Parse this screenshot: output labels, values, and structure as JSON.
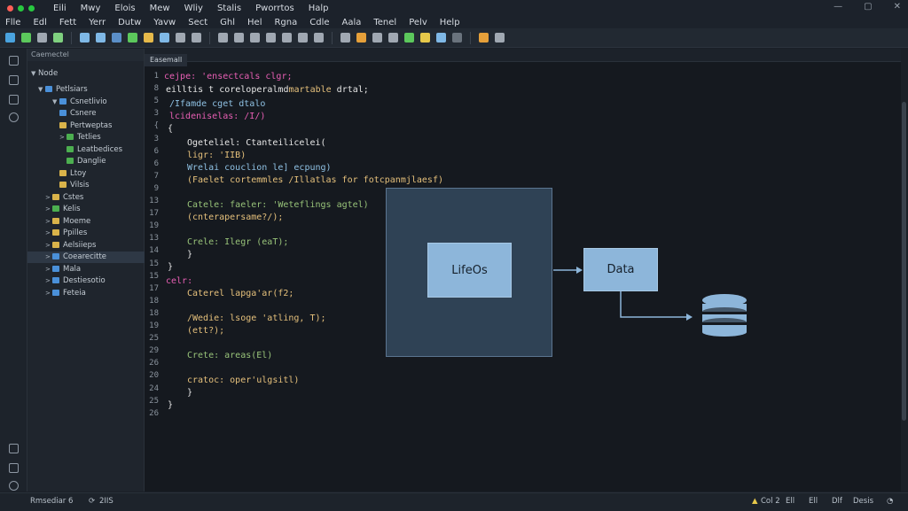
{
  "title_menu": [
    "Eili",
    "Mwy",
    "Elois",
    "Mew",
    "Wliy",
    "Stalis",
    "Pworrtos",
    "Halp"
  ],
  "menubar": [
    "Flle",
    "Edl",
    "Fett",
    "Yerr",
    "Dutw",
    "Yavw",
    "Sect",
    "Ghl",
    "Hel",
    "Rgna",
    "Cdle",
    "Aala",
    "Tenel",
    "Pelv",
    "Help"
  ],
  "sidebar": {
    "header": "Caemectel",
    "root": "Node",
    "items": [
      {
        "label": "Petlsiars",
        "color": "#4a90d9"
      },
      {
        "label": "Csnetlivio",
        "color": "#4a90d9"
      },
      {
        "label": "Csnere",
        "color": "#4a90d9"
      },
      {
        "label": "Pertweptas",
        "color": "#d9b34a"
      },
      {
        "label": "Tetlies",
        "color": "#4caf50"
      },
      {
        "label": "Leatbedices",
        "color": "#4caf50"
      },
      {
        "label": "Danglie",
        "color": "#4caf50"
      },
      {
        "label": "Ltoy",
        "color": "#d9b34a"
      },
      {
        "label": "Vilsis",
        "color": "#d9b34a"
      },
      {
        "label": "Cstes",
        "color": "#d9b34a"
      },
      {
        "label": "Kelis",
        "color": "#4caf50"
      },
      {
        "label": "Moeme",
        "color": "#d9b34a"
      },
      {
        "label": "Ppilles",
        "color": "#d9b34a"
      },
      {
        "label": "Aelsiieps",
        "color": "#d9b34a"
      },
      {
        "label": "Coearecitte",
        "color": "#4a90d9"
      },
      {
        "label": "Mala",
        "color": "#4a90d9"
      },
      {
        "label": "Destiesotio",
        "color": "#4a90d9"
      },
      {
        "label": "Feteia",
        "color": "#4a90d9"
      }
    ]
  },
  "editor": {
    "tab": "Easemall",
    "line_numbers": [
      "1",
      "8",
      "5",
      "3",
      "{",
      "3",
      "6",
      "6",
      "7",
      "9",
      "13",
      "17",
      "19",
      "13",
      "14",
      "15",
      "15",
      "17",
      "18",
      "18",
      "19",
      "25",
      "29",
      "26",
      "20",
      "24",
      "25",
      "26"
    ],
    "code": [
      [
        "cejpe: 'ensectcals clgr;"
      ],
      [
        "eilltis t coreloperalmd",
        "martable",
        " drtal;"
      ],
      [
        "/Ifamde cget dtalo"
      ],
      [
        "lcideniselas: /I/)"
      ],
      [
        "{"
      ],
      [
        "Ogeteliel: Ctanteilicelei("
      ],
      [
        "ligr:   'IIB)"
      ],
      [
        "Wrelai couclion le] ecpung)"
      ],
      [
        "(Faelet cortemmles /Illatlas for fotcpanmjlaesf)"
      ],
      [
        "Catele: faeler: 'Weteflings agtel)"
      ],
      [
        "(cnterapersame?/);"
      ],
      [
        "Crele: Ilegr (eaT);"
      ],
      [
        "}"
      ],
      [
        "}"
      ],
      [
        "celr:"
      ],
      [
        "Caterel lapga'ar(f2;"
      ],
      [
        "/Wedie: lsoge 'atling, T);"
      ],
      [
        "(ett?);"
      ],
      [
        "Crete: areas(El)"
      ],
      [
        "cratoc: oper'ulgsitl)"
      ],
      [
        "}"
      ],
      [
        "}"
      ]
    ]
  },
  "diagram": {
    "box1": "LifeOs",
    "box2": "Data",
    "icon": "database-icon"
  },
  "statusbar": {
    "left": "Rmsediar 6",
    "mid": "2IIS",
    "r1": "Col 2",
    "r2": "Ell",
    "r3": "Ell",
    "r4": "Dlf",
    "r5": "Desis"
  },
  "colors": {
    "accent": "#8db6da",
    "keyword": "#e85fb4",
    "string": "#e5c07b"
  }
}
